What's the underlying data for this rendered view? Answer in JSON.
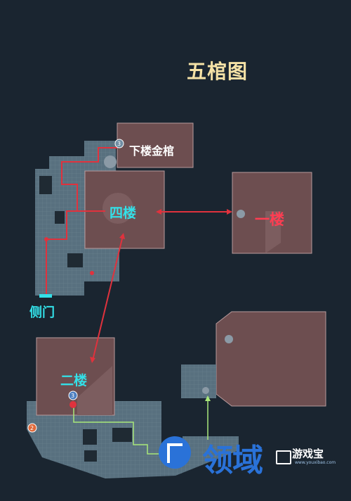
{
  "title": "五棺图",
  "labels": {
    "floor4": "四楼",
    "floor1": "一楼",
    "floor2": "二楼",
    "downstairs_coffin": "下楼金棺",
    "side_door": "侧门"
  },
  "markers": {
    "marker_3a": "3",
    "marker_3b": "3",
    "marker_2": "2"
  },
  "watermark": {
    "brand": "领域",
    "site": "游戏宝",
    "url": "www.youxibao.com"
  },
  "colors": {
    "background": "#1a2530",
    "floor": "#5c7383",
    "room": "#6d4e50",
    "red_route": "#e0323d",
    "green_route": "#a9e87a",
    "cyan_text": "#33e0e8",
    "title": "#f5e2a6"
  }
}
